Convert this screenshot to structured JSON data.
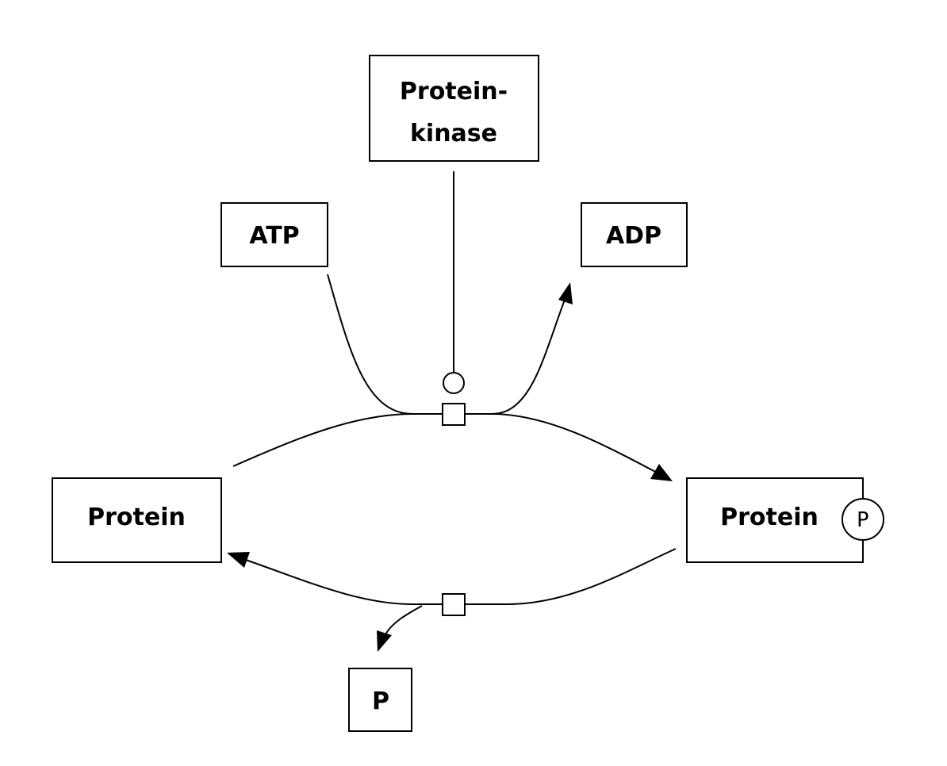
{
  "nodes": {
    "kinase": {
      "line1": "Protein-",
      "line2": "kinase"
    },
    "atp": {
      "label": "ATP"
    },
    "adp": {
      "label": "ADP"
    },
    "protein_unphos": {
      "label": "Protein"
    },
    "protein_phos": {
      "label": "Protein",
      "state_variable": "P"
    },
    "phosphate": {
      "label": "P"
    }
  },
  "edges": [
    {
      "from": "Protein",
      "to": "Protein (P)",
      "type": "production"
    },
    {
      "from": "ATP",
      "to": "phosphorylation process",
      "type": "consumption"
    },
    {
      "from": "phosphorylation process",
      "to": "ADP",
      "type": "production"
    },
    {
      "from": "Protein-kinase",
      "to": "phosphorylation process",
      "type": "catalysis"
    },
    {
      "from": "Protein (P)",
      "to": "Protein",
      "type": "production"
    },
    {
      "from": "dephosphorylation process",
      "to": "P",
      "type": "production"
    }
  ]
}
